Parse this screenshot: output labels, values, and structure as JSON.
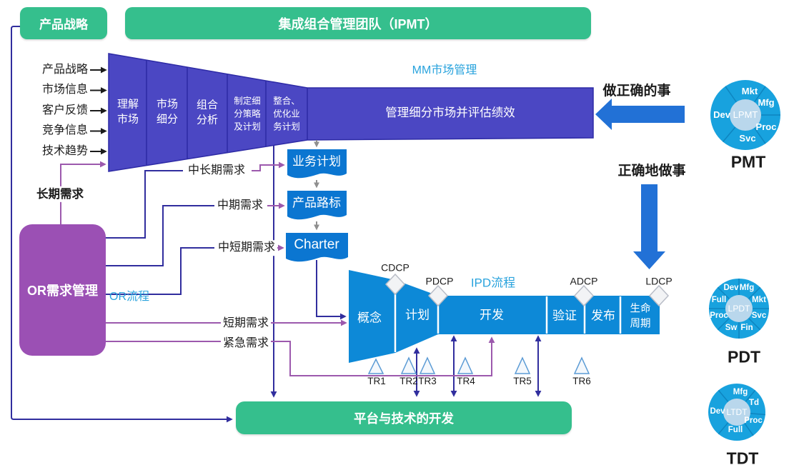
{
  "colors": {
    "green": "#35bf8d",
    "mm_purple": "#4b47c3",
    "ipd_blue": "#0d89d7",
    "doc_blue": "#0b76d1",
    "or_purple": "#9b50b4",
    "team_blue": "#18a2de",
    "team_inner": "#b9d7ec",
    "navy_line": "#312e9e",
    "mauve_line": "#9c59ad",
    "cyan_label": "#29a3dd",
    "arrow_blue": "#2271d6"
  },
  "header": {
    "product_strategy_box": "产品战略",
    "ipmt_banner": "集成组合管理团队（IPMT）"
  },
  "inputs": [
    "产品战略",
    "市场信息",
    "客户反馈",
    "竞争信息",
    "技术趋势"
  ],
  "mm": {
    "label": "MM市场管理",
    "funnel_segments": [
      "理解市场",
      "市场细分",
      "组合分析",
      "制定细分策略及计划",
      "整合、优化业务计划"
    ],
    "bar": "管理细分市场并评估绩效"
  },
  "or": {
    "box": "OR需求管理",
    "process_label": "OR流程",
    "long_term": "长期需求",
    "mid_long": "中长期需求",
    "mid": "中期需求",
    "mid_short": "中短期需求",
    "short": "短期需求",
    "urgent": "紧急需求"
  },
  "docs": [
    "业务计划",
    "产品路标",
    "Charter"
  ],
  "ipd": {
    "label": "IPD流程",
    "phases": [
      "概念",
      "计划",
      "开发",
      "验证",
      "发布",
      "生命周期"
    ],
    "dcps": [
      "CDCP",
      "PDCP",
      "ADCP",
      "LDCP"
    ],
    "trs": [
      "TR1",
      "TR2",
      "TR3",
      "TR4",
      "TR5",
      "TR6"
    ]
  },
  "platform_bar": "平台与技术的开发",
  "slogans": {
    "do_right_things": "做正确的事",
    "do_things_right": "正确地做事"
  },
  "teams": {
    "pmt": {
      "name": "PMT",
      "center": "LPMT",
      "segments": [
        "Mkt",
        "Mfg",
        "Proc",
        "Svc",
        "Dev"
      ]
    },
    "pdt": {
      "name": "PDT",
      "center": "LPDT",
      "segments": [
        "Dev",
        "Mfg",
        "Mkt",
        "Svc",
        "Fin",
        "Sw",
        "Proc",
        "Full"
      ]
    },
    "tdt": {
      "name": "TDT",
      "center": "LTDT",
      "segments": [
        "Mfg",
        "Td",
        "Proc",
        "Full",
        "Dev"
      ]
    }
  }
}
